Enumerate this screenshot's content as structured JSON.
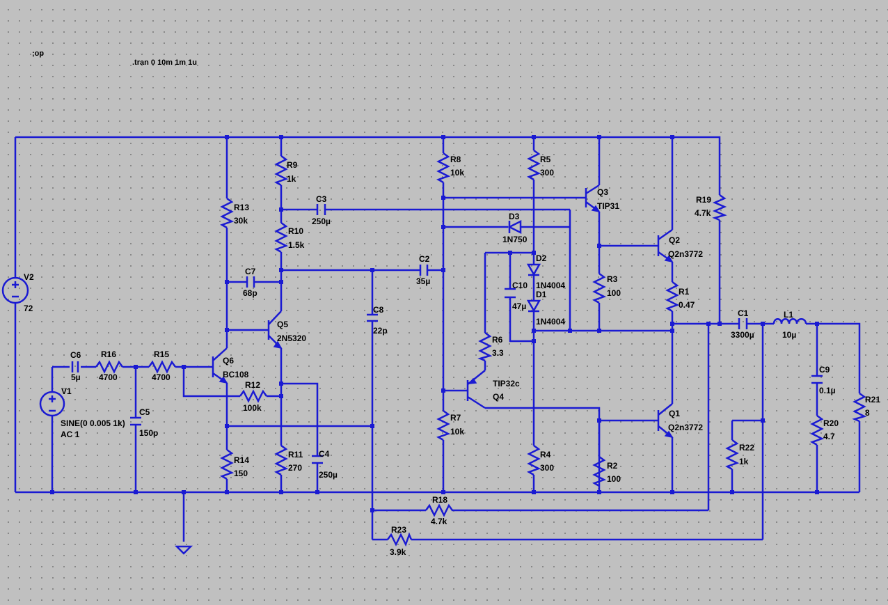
{
  "directives": [
    ";op",
    ".tran 0 10m 1m 1u"
  ],
  "sources": [
    {
      "ref": "V2",
      "value": "72"
    },
    {
      "ref": "V1",
      "value": "SINE(0 0.005 1k)",
      "extra": "AC 1"
    }
  ],
  "resistors": [
    {
      "ref": "R9",
      "value": "1k"
    },
    {
      "ref": "R8",
      "value": "10k"
    },
    {
      "ref": "R5",
      "value": "300"
    },
    {
      "ref": "R13",
      "value": "30k"
    },
    {
      "ref": "R10",
      "value": "1.5k"
    },
    {
      "ref": "R19",
      "value": "4.7k"
    },
    {
      "ref": "R3",
      "value": "100"
    },
    {
      "ref": "R1",
      "value": "0.47"
    },
    {
      "ref": "R6",
      "value": "3.3"
    },
    {
      "ref": "R16",
      "value": "4700"
    },
    {
      "ref": "R15",
      "value": "4700"
    },
    {
      "ref": "R12",
      "value": "100k"
    },
    {
      "ref": "R7",
      "value": "10k"
    },
    {
      "ref": "R14",
      "value": "150"
    },
    {
      "ref": "R11",
      "value": "270"
    },
    {
      "ref": "R4",
      "value": "300"
    },
    {
      "ref": "R2",
      "value": "100"
    },
    {
      "ref": "R22",
      "value": "1k"
    },
    {
      "ref": "R20",
      "value": "4.7"
    },
    {
      "ref": "R21",
      "value": "8"
    },
    {
      "ref": "R18",
      "value": "4.7k"
    },
    {
      "ref": "R23",
      "value": "3.9k"
    }
  ],
  "capacitors": [
    {
      "ref": "C3",
      "value": "250µ"
    },
    {
      "ref": "C7",
      "value": "68p"
    },
    {
      "ref": "C2",
      "value": "35µ"
    },
    {
      "ref": "C8",
      "value": "22p"
    },
    {
      "ref": "C10",
      "value": "47µ"
    },
    {
      "ref": "C6",
      "value": "5µ"
    },
    {
      "ref": "C5",
      "value": "150p"
    },
    {
      "ref": "C4",
      "value": "250µ"
    },
    {
      "ref": "C1",
      "value": "3300µ"
    },
    {
      "ref": "C9",
      "value": "0.1µ"
    }
  ],
  "inductors": [
    {
      "ref": "L1",
      "value": "10µ"
    }
  ],
  "diodes": [
    {
      "ref": "D3",
      "value": "1N750"
    },
    {
      "ref": "D2",
      "value": "1N4004"
    },
    {
      "ref": "D1",
      "value": "1N4004"
    }
  ],
  "transistors": [
    {
      "ref": "Q3",
      "value": "TIP31"
    },
    {
      "ref": "Q2",
      "value": "Q2n3772"
    },
    {
      "ref": "Q5",
      "value": "2N5320"
    },
    {
      "ref": "Q6",
      "value": "BC108"
    },
    {
      "ref": "Q4",
      "value": "TIP32c"
    },
    {
      "ref": "Q1",
      "value": "Q2n3772"
    }
  ],
  "colors": {
    "wire": "#1a1ad2",
    "background": "#c0c0c0",
    "text": "#000000"
  }
}
